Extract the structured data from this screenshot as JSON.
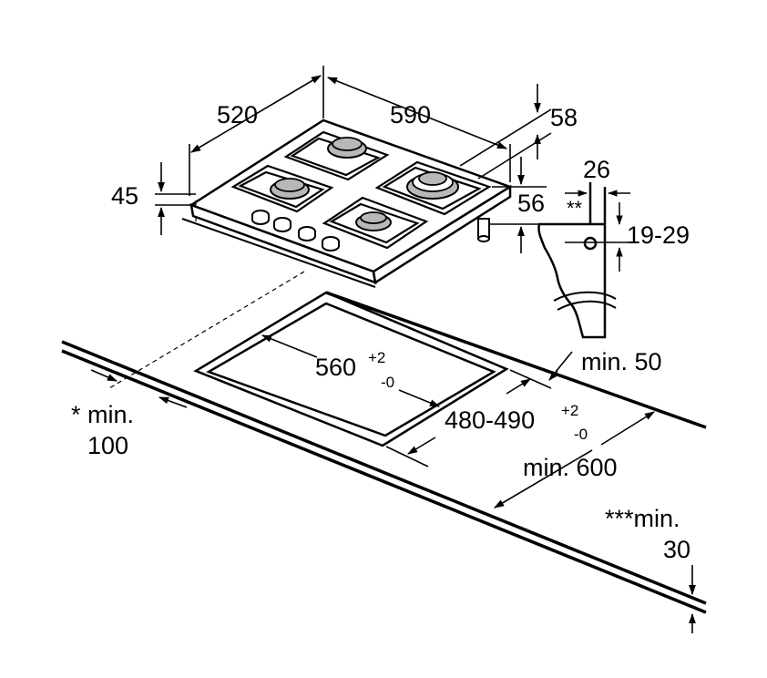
{
  "dimensions": {
    "depth": "520",
    "width": "590",
    "height_top": "58",
    "height_front": "45",
    "height_right": "56",
    "bracket_width": "26",
    "bracket_marker": "**",
    "bracket_range": "19-29",
    "cutout_width_base": "560",
    "cutout_width_plus": "+2",
    "cutout_width_minus": "-0",
    "cutout_depth_base": "480-490",
    "cutout_depth_plus": "+2",
    "cutout_depth_minus": "-0",
    "rear_clearance": "min. 50",
    "front_clearance_line1": "* min.",
    "front_clearance_line2": "100",
    "worktop_depth": "min. 600",
    "worktop_thickness_line1": "***min.",
    "worktop_thickness_line2": "30"
  },
  "colors": {
    "ink": "#000000",
    "background": "#ffffff",
    "burner_fill": "#b8b8b8"
  },
  "icons": [
    "gas-burner-icon",
    "control-knob-icon",
    "mounting-bracket-icon"
  ]
}
